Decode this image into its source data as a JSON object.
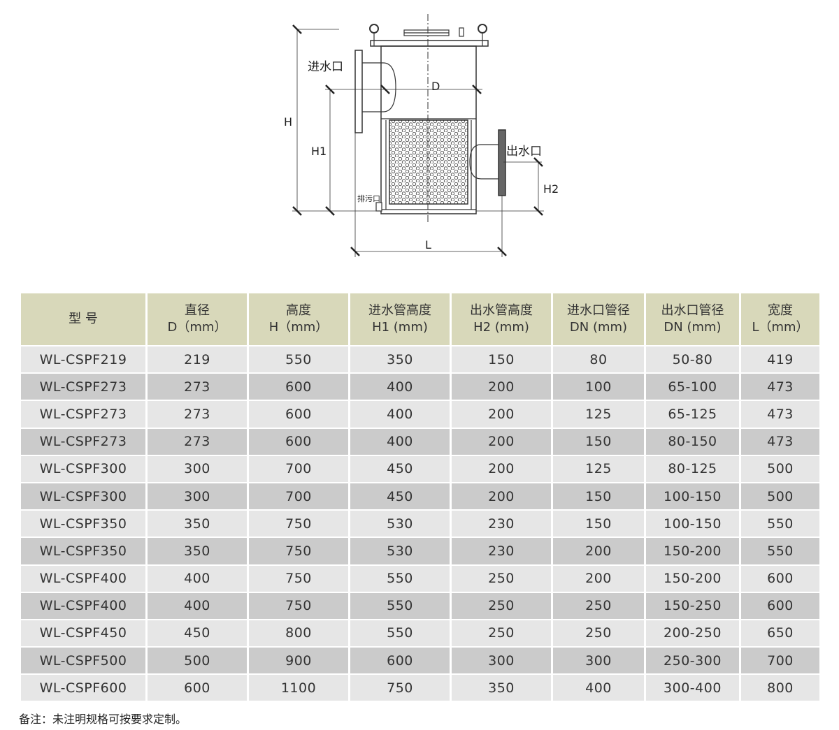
{
  "diagram": {
    "inlet_label": "进水口",
    "outlet_label": "出水口",
    "drain_label": "排污口",
    "dim_D": "D",
    "dim_H": "H",
    "dim_H1": "H1",
    "dim_H2": "H2",
    "dim_L": "L"
  },
  "table": {
    "headers": [
      {
        "line1": "型  号",
        "line2": ""
      },
      {
        "line1": "直径",
        "line2": "D（mm）"
      },
      {
        "line1": "高度",
        "line2": "H（mm）"
      },
      {
        "line1": "进水管高度",
        "line2": "H1  (mm)"
      },
      {
        "line1": "出水管高度",
        "line2": "H2  (mm)"
      },
      {
        "line1": "进水口管径",
        "line2": "DN  (mm)"
      },
      {
        "line1": "出水口管径",
        "line2": "DN  (mm)"
      },
      {
        "line1": "宽度",
        "line2": "L（mm）"
      }
    ],
    "rows": [
      [
        "WL-CSPF219",
        "219",
        "550",
        "350",
        "150",
        "80",
        "50-80",
        "419"
      ],
      [
        "WL-CSPF273",
        "273",
        "600",
        "400",
        "200",
        "100",
        "65-100",
        "473"
      ],
      [
        "WL-CSPF273",
        "273",
        "600",
        "400",
        "200",
        "125",
        "65-125",
        "473"
      ],
      [
        "WL-CSPF273",
        "273",
        "600",
        "400",
        "200",
        "150",
        "80-150",
        "473"
      ],
      [
        "WL-CSPF300",
        "300",
        "700",
        "450",
        "200",
        "125",
        "80-125",
        "500"
      ],
      [
        "WL-CSPF300",
        "300",
        "700",
        "450",
        "200",
        "150",
        "100-150",
        "500"
      ],
      [
        "WL-CSPF350",
        "350",
        "750",
        "530",
        "230",
        "150",
        "100-150",
        "550"
      ],
      [
        "WL-CSPF350",
        "350",
        "750",
        "530",
        "230",
        "200",
        "150-200",
        "550"
      ],
      [
        "WL-CSPF400",
        "400",
        "750",
        "550",
        "250",
        "200",
        "150-200",
        "600"
      ],
      [
        "WL-CSPF400",
        "400",
        "750",
        "550",
        "250",
        "250",
        "150-250",
        "600"
      ],
      [
        "WL-CSPF450",
        "450",
        "800",
        "550",
        "250",
        "250",
        "200-250",
        "650"
      ],
      [
        "WL-CSPF500",
        "500",
        "900",
        "600",
        "300",
        "300",
        "250-300",
        "700"
      ],
      [
        "WL-CSPF600",
        "600",
        "1100",
        "750",
        "350",
        "400",
        "300-400",
        "800"
      ]
    ]
  },
  "note": "备注：未注明规格可按要求定制。"
}
